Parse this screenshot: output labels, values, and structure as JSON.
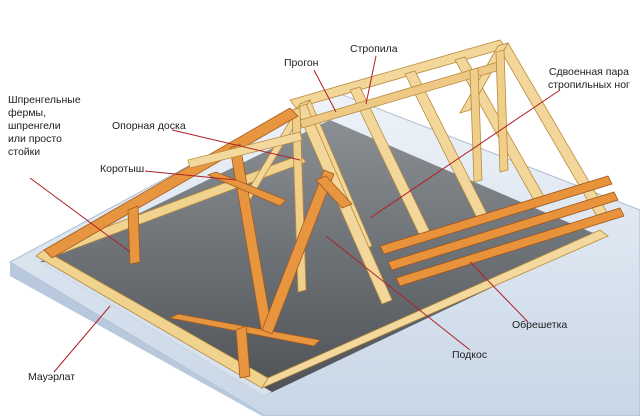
{
  "labels": {
    "shprengel": "Шпренгельные\nфермы,\nшпренгели\nили просто\nстойки",
    "opornaya_doska": "Опорная доска",
    "korotysh": "Коротыш",
    "progon": "Прогон",
    "stropila": "Стропила",
    "sdvoennaya": "Сдвоенная пара\nстропильных ног",
    "obreshetka": "Обрешетка",
    "podkos": "Подкос",
    "mauerlat": "Мауэрлат"
  },
  "colors": {
    "wood_light": "#f3d79a",
    "wood_mid": "#e8bf6d",
    "wood_orange": "#e89440",
    "wood_dark": "#c9782c",
    "wall_top": "#e6eef6",
    "wall_side": "#b9cbe0",
    "floor": "#5f6367",
    "leader": "#b0202a"
  }
}
